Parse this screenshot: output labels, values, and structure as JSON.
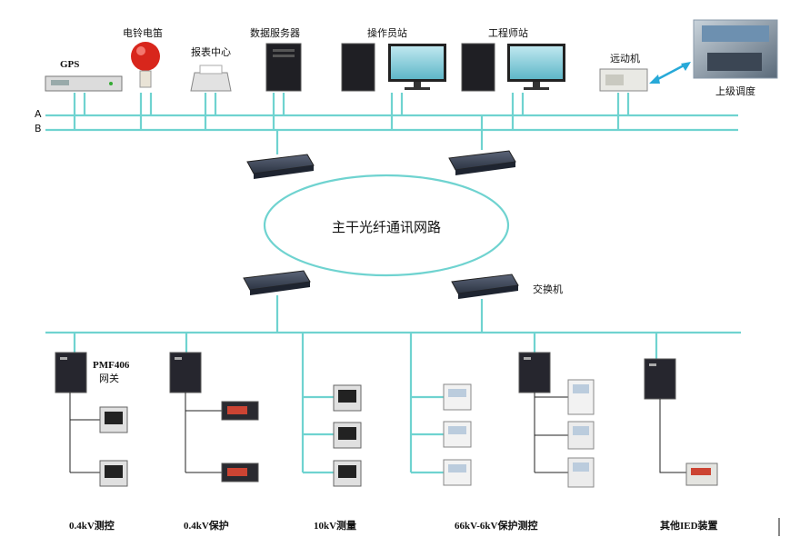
{
  "bus": {
    "a": "A",
    "b": "B"
  },
  "top_devices": {
    "gps": "GPS",
    "bell": "电铃电笛",
    "report": "报表中心",
    "server": "数据服务器",
    "operator": "操作员站",
    "engineer": "工程师站",
    "remote": "远动机",
    "dispatch": "上级调度"
  },
  "ring_label": "主干光纤通讯网路",
  "switch_label": "交换机",
  "gateway": {
    "model": "PMF406",
    "name": "网关"
  },
  "bottom_labels": {
    "g1": "0.4kV测控",
    "g2": "0.4kV保护",
    "g3": "10kV测量",
    "g4": "66kV-6kV保护测控",
    "g5": "其他IED装置"
  },
  "colors": {
    "network_line": "#6fd3d0",
    "switch_body": "#3f4a5c",
    "cabinet": "#2b2b33"
  }
}
